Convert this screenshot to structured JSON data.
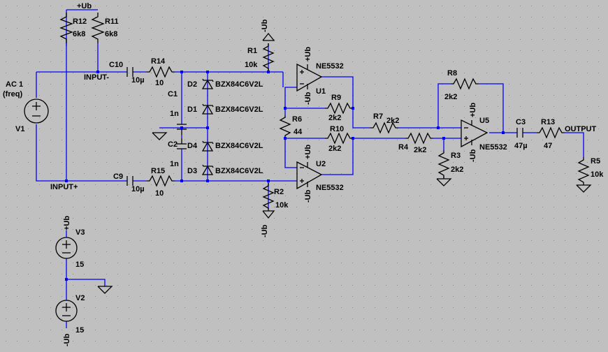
{
  "colors": {
    "background": "#c0c0c0",
    "wire": "#0000ff",
    "component": "#000000",
    "grid": "#8c8c8c",
    "junction": "#0000ff"
  },
  "labels": {
    "ub_top": "+Ub",
    "r12_name": "R12",
    "r12_val": "6k8",
    "r11_name": "R11",
    "r11_val": "6k8",
    "r1_name": "R1",
    "r1_val": "10k",
    "r1_flag": "-Ub",
    "ne_u1": "NE5532",
    "u1": "U1",
    "u1_plus": "+Ub",
    "u1_minus": "-Ub",
    "c10_name": "C10",
    "c10_val": "10µ",
    "r14_name": "R14",
    "r14_val": "10",
    "input_minus": "INPUT-",
    "ac_line1": "AC 1",
    "ac_line2": "(freq)",
    "v1_name": "V1",
    "d2": "D2",
    "d2_val": "BZX84C6V2L",
    "d1": "D1",
    "d1_val": "BZX84C6V2L",
    "c1_name": "C1",
    "c1_val": "1n",
    "c2_name": "C2",
    "c2_val": "1n",
    "d4": "D4",
    "d4_val": "BZX84C6V2L",
    "d3": "D3",
    "d3_val": "BZX84C6V2L",
    "r9_name": "R9",
    "r9_val": "2k2",
    "r6_name": "R6",
    "r6_val": "44",
    "r10_name": "R10",
    "r10_val": "2k2",
    "r7_name": "R7",
    "r7_val": "2k2",
    "r4_name": "R4",
    "r4_val": "2k2",
    "r3_name": "R3",
    "r3_val": "2k2",
    "r8_name": "R8",
    "r8_val": "2k2",
    "u5": "U5",
    "ne_u5": "NE5532",
    "u5_plus": "+Ub",
    "u5_minus": "-Ub",
    "c3_name": "C3",
    "c3_val": "47µ",
    "r13_name": "R13",
    "r13_val": "47",
    "output": "OUTPUT",
    "r5_name": "R5",
    "r5_val": "10k",
    "u2": "U2",
    "ne_u2": "NE5532",
    "u2_plus": "+Ub",
    "u2_minus": "-Ub",
    "c9_name": "C9",
    "c9_val": "10µ",
    "r15_name": "R15",
    "r15_val": "10",
    "input_plus": "INPUT+",
    "r2_name": "R2",
    "r2_val": "10k",
    "r2_flag": "-Ub",
    "v3_flag": "+Ub",
    "v3_name": "V3",
    "v3_val": "15",
    "v2_name": "V2",
    "v2_val": "15",
    "v2_flag": "-Ub"
  }
}
